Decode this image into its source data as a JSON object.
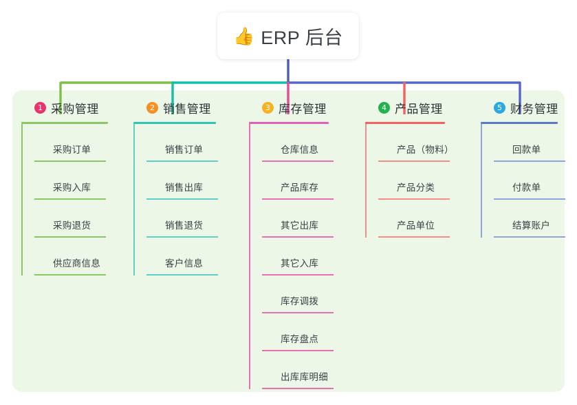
{
  "root": {
    "icon": "thumbs-up-icon",
    "icon_glyph": "👍",
    "title": "ERP 后台"
  },
  "palette": {
    "panel_bg": "#edf7e7",
    "page_bg": "#ffffff",
    "text": "#3b4046",
    "stem_blue": "#4a5cc0",
    "bar_green": "#7fc04a",
    "bar_teal": "#13bfa6",
    "bar_blue": "#5667ca",
    "drop_green": "#7fc04a",
    "drop_teal": "#13bfa6",
    "drop_pink": "#ec4899",
    "drop_red": "#f4615f",
    "drop_blue": "#5667ca"
  },
  "columns": [
    {
      "index": "1",
      "title": "采购管理",
      "badge_color": "#e8336d",
      "rule_color": "#8cc765",
      "line_color": "#8cc765",
      "items": [
        "采购订单",
        "采购入库",
        "采购退货",
        "供应商信息"
      ]
    },
    {
      "index": "2",
      "title": "销售管理",
      "badge_color": "#f79024",
      "rule_color": "#2ec4b6",
      "line_color": "#5ecfc4",
      "items": [
        "销售订单",
        "销售出库",
        "销售退货",
        "客户信息"
      ]
    },
    {
      "index": "3",
      "title": "库存管理",
      "badge_color": "#f5b324",
      "rule_color": "#e060b8",
      "line_color": "#e86fb3",
      "items": [
        "仓库信息",
        "产品库存",
        "其它出库",
        "其它入库",
        "库存调拨",
        "库存盘点",
        "出库库明细"
      ]
    },
    {
      "index": "4",
      "title": "产品管理",
      "badge_color": "#22b14c",
      "rule_color": "#f4615f",
      "line_color": "#f58d8a",
      "items": [
        "产品（物料）",
        "产品分类",
        "产品单位"
      ]
    },
    {
      "index": "5",
      "title": "财务管理",
      "badge_color": "#29a9e0",
      "rule_color": "#5a79c9",
      "line_color": "#8fa5de",
      "items": [
        "回款单",
        "付款单",
        "结算账户"
      ]
    }
  ]
}
